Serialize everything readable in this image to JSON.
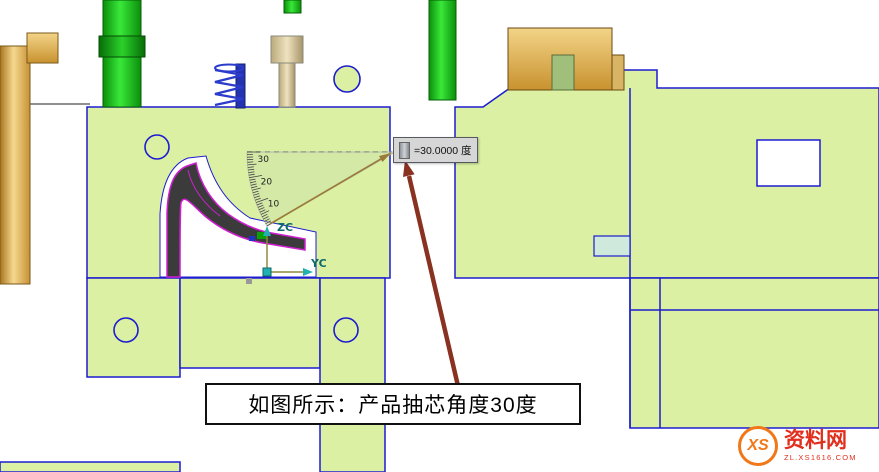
{
  "annotation": {
    "measurement_value": "=30.0000 度",
    "caption": "如图所示：产品抽芯角度30度"
  },
  "protractor": {
    "vertex": [
      395,
      152
    ],
    "radius": 148,
    "start_deg": 150,
    "end_deg": 180,
    "labels": [
      {
        "text": "30",
        "deg": 177,
        "r": 132
      },
      {
        "text": "20",
        "deg": 167,
        "r": 132
      },
      {
        "text": "10",
        "deg": 157,
        "r": 132
      }
    ]
  },
  "axes": {
    "z": "ZC",
    "y": "YC"
  },
  "watermark": {
    "logo": "XS",
    "name": "资料网",
    "url": "ZL.XS1616.COM"
  },
  "colors": {
    "plate": "#dbf0a3",
    "outline": "#1c1cd0",
    "pin_green": "#39e839",
    "tan": "#e6b85c",
    "arrow_red": "#8a3222",
    "leader_olive": "#9a7b3a",
    "part_magenta": "#cf1fcf"
  }
}
